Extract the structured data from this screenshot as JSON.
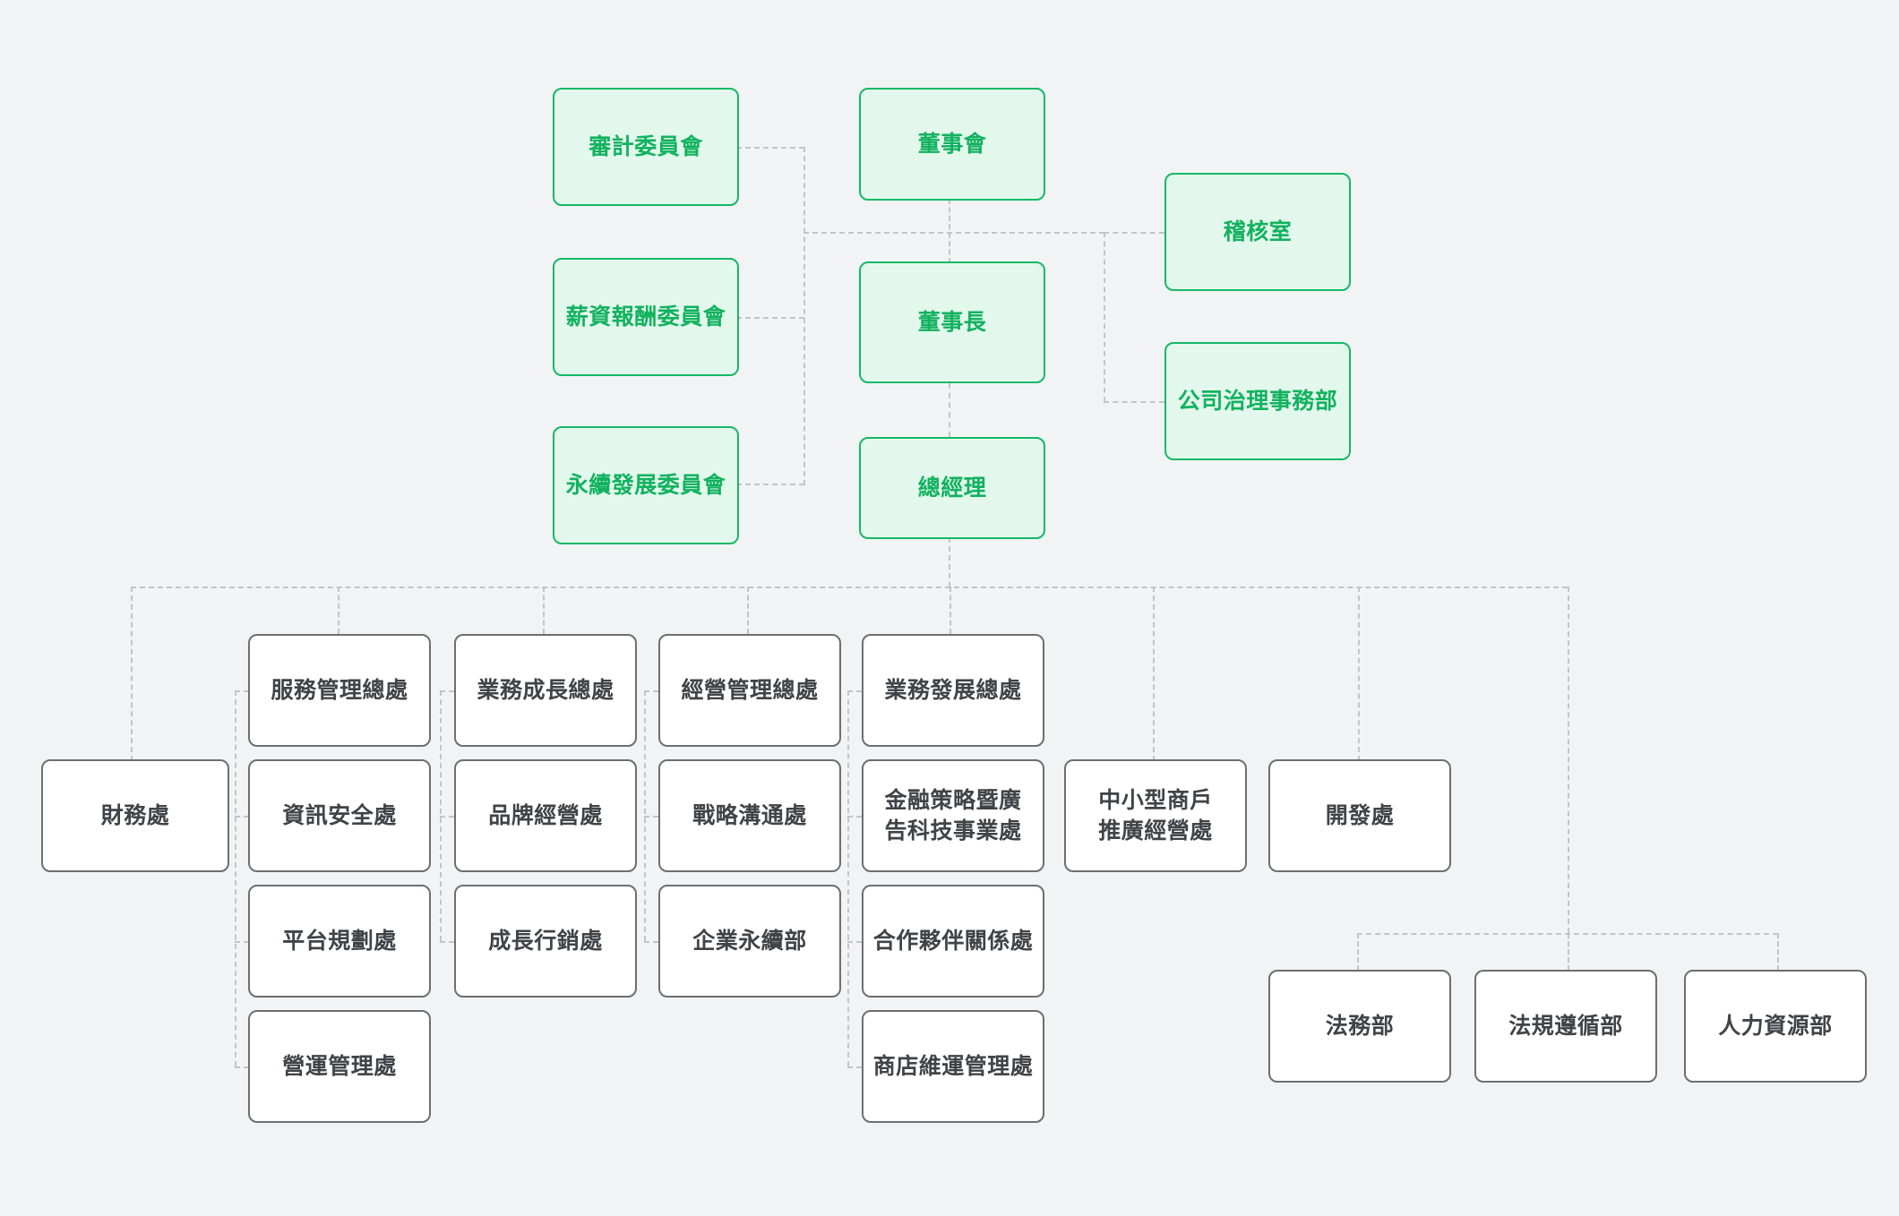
{
  "meta": {
    "title": "組織架構圖",
    "colors": {
      "page_background": "#f2f3f5",
      "green_fill": "#e3f8ec",
      "green_border": "#16b866",
      "green_text": "#12b25f",
      "plain_fill": "#ffffff",
      "plain_border": "#6b6f73",
      "plain_text": "#3f4448",
      "connector": "#c2c4c8"
    }
  },
  "governance": {
    "committees": [
      {
        "id": "audit-committee",
        "label": "審計委員會"
      },
      {
        "id": "compensation-committee",
        "label": "薪資報酬委員會"
      },
      {
        "id": "sustainability-committee",
        "label": "永續發展委員會"
      }
    ],
    "spine": [
      {
        "id": "board-of-directors",
        "label": "董事會"
      },
      {
        "id": "chairman",
        "label": "董事長"
      },
      {
        "id": "president",
        "label": "總經理"
      }
    ],
    "staff": [
      {
        "id": "audit-office",
        "label": "稽核室"
      },
      {
        "id": "corporate-governance-office",
        "label": "公司治理事務部"
      }
    ]
  },
  "divisions": [
    {
      "id": "finance",
      "head": null,
      "standalone": {
        "id": "finance-dept",
        "label": "財務處"
      }
    },
    {
      "id": "service-management",
      "head": {
        "id": "service-management-hq",
        "label": "服務管理總處"
      },
      "children": [
        {
          "id": "information-security-dept",
          "label": "資訊安全處"
        },
        {
          "id": "platform-planning-dept",
          "label": "平台規劃處"
        },
        {
          "id": "operations-management-dept",
          "label": "營運管理處"
        }
      ]
    },
    {
      "id": "business-growth",
      "head": {
        "id": "business-growth-hq",
        "label": "業務成長總處"
      },
      "children": [
        {
          "id": "brand-management-dept",
          "label": "品牌經營處"
        },
        {
          "id": "growth-marketing-dept",
          "label": "成長行銷處"
        }
      ]
    },
    {
      "id": "operations-management-hq-col",
      "head": {
        "id": "operations-management-hq",
        "label": "經營管理總處"
      },
      "children": [
        {
          "id": "strategic-communication-dept",
          "label": "戰略溝通處"
        },
        {
          "id": "corporate-sustainability-dept",
          "label": "企業永續部"
        }
      ]
    },
    {
      "id": "business-development",
      "head": {
        "id": "business-development-hq",
        "label": "業務發展總處"
      },
      "children": [
        {
          "id": "fintech-adtech-dept",
          "label_line1": "金融策略暨廣",
          "label_line2": "告科技事業處"
        },
        {
          "id": "partner-relations-dept",
          "label": "合作夥伴關係處"
        },
        {
          "id": "store-operations-maintenance-dept",
          "label": "商店維運管理處"
        }
      ]
    },
    {
      "id": "sme-merchant",
      "head": null,
      "standalone": {
        "id": "sme-merchant-dept",
        "label_line1": "中小型商戶",
        "label_line2": "推廣經營處"
      }
    },
    {
      "id": "development",
      "head": null,
      "standalone": {
        "id": "development-dept",
        "label": "開發處"
      }
    }
  ],
  "bottom_row": [
    {
      "id": "legal-affairs-dept",
      "label": "法務部"
    },
    {
      "id": "regulatory-compliance-dept",
      "label": "法規遵循部"
    },
    {
      "id": "human-resources-dept",
      "label": "人力資源部"
    }
  ]
}
